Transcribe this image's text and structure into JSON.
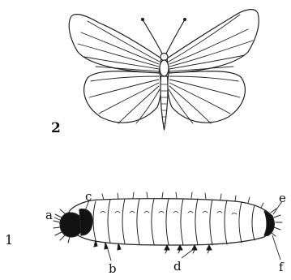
{
  "figure": {
    "butterfly_number": "2",
    "larva_number": "1",
    "labels": {
      "a": "a",
      "b": "b",
      "c": "c",
      "d": "d",
      "e": "e",
      "f": "f"
    }
  },
  "colors": {
    "line": "#222222",
    "fill": "#ffffff",
    "dark": "#111111"
  },
  "icons": [
    "butterfly-illustration",
    "caterpillar-illustration"
  ]
}
